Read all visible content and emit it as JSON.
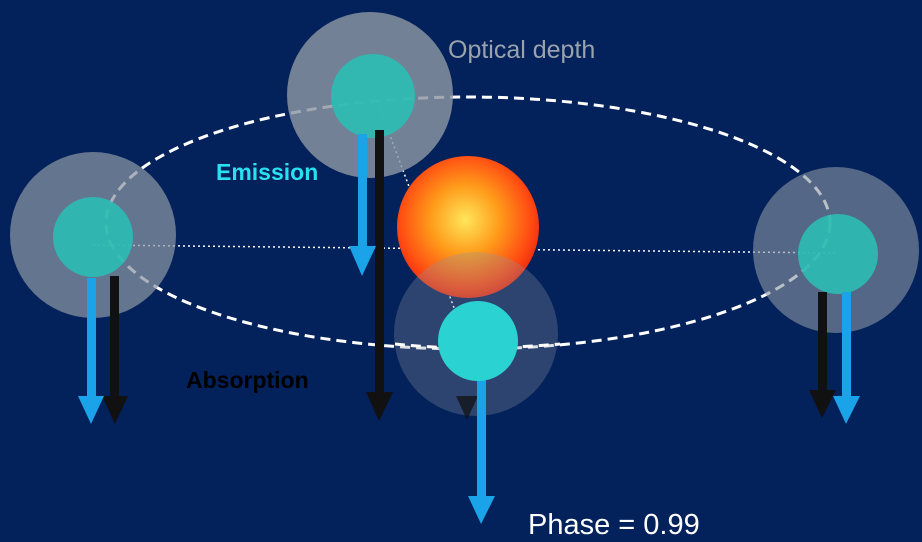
{
  "labels": {
    "optical_depth": "Optical depth",
    "emission": "Emission",
    "absorption": "Absorption",
    "phase": "Phase = 0.99"
  },
  "colors": {
    "background": "#03215a",
    "planet": "#2bd2d2",
    "halo": "#8b96a3",
    "emission_arrow": "#1aa3e8",
    "absorption_arrow": "#111111",
    "emission_text": "#29e0f0",
    "absorption_text": "#000000",
    "orbit": "#ffffff"
  },
  "planets": [
    "left",
    "top",
    "right",
    "bottom-front"
  ]
}
